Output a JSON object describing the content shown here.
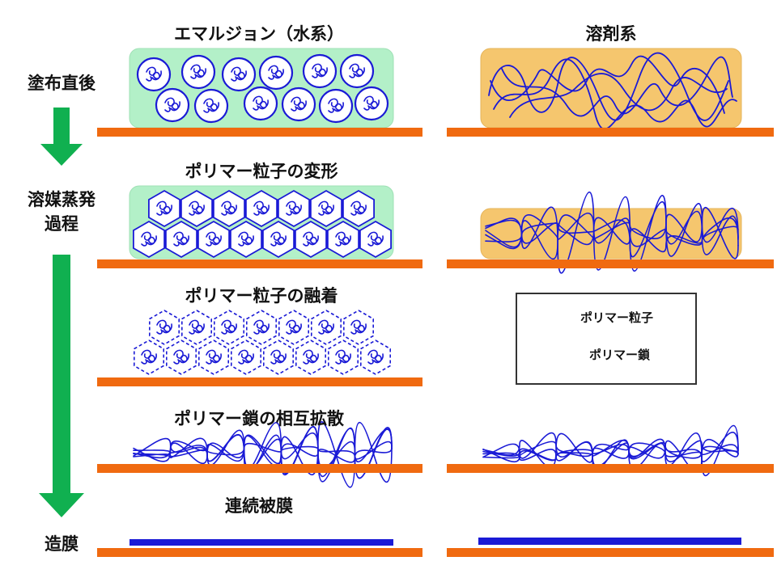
{
  "titles": {
    "emulsion": "エマルジョン（水系）",
    "solvent": "溶剤系",
    "deformation": "ポリマー粒子の変形",
    "fusion": "ポリマー粒子の融着",
    "interdiffusion": "ポリマー鎖の相互拡散",
    "continuous_film": "連続被膜"
  },
  "side_labels": {
    "after_coating": "塗布直後",
    "evaporation_line1": "溶媒蒸発",
    "evaporation_line2": "過程",
    "film_formation": "造膜"
  },
  "legend": {
    "particle": "ポリマー粒子",
    "chain": "ポリマー鎖"
  },
  "colors": {
    "substrate": "#f06a10",
    "emulsion_water": "#b3f0c8",
    "solvent_liquid": "#f5c66e",
    "polymer": "#1a1ad6",
    "arrow": "#10b050"
  }
}
